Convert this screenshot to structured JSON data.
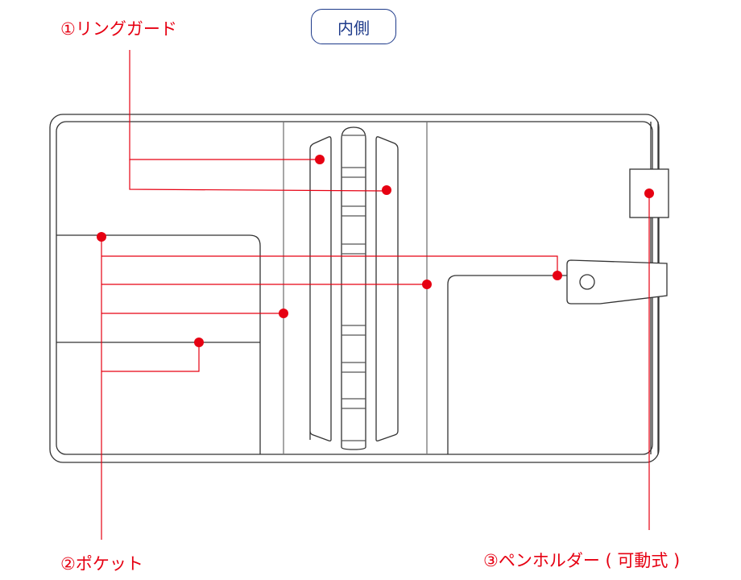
{
  "title": "内側",
  "labels": {
    "ring_guard": "①リングガード",
    "pocket": "②ポケット",
    "pen_holder": "③ペンホルダー ( 可動式 )"
  },
  "colors": {
    "accent": "#e60012",
    "title": "#1d3a8a",
    "outline": "#333333"
  }
}
